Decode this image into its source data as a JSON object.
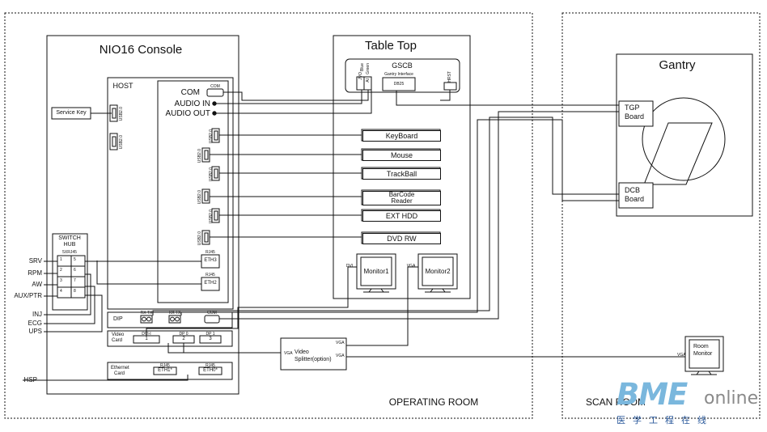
{
  "regions": {
    "operating_room": "OPERATING ROOM",
    "scan_room": "SCAN ROOM"
  },
  "console": {
    "title": "NIO16 Console",
    "host": "HOST",
    "service_key": "Service Key",
    "usb_a": "USB2.0",
    "usb_b": "USB2.0",
    "com": "COM",
    "com_port": "COM",
    "audio_in": "AUDIO IN",
    "audio_out": "AUDIO OUT",
    "usb_ports": [
      "USB2.0",
      "USB2.0",
      "USB2.0",
      "USB2.0",
      "USB2.0",
      "USB2.0"
    ],
    "rj45_a": "RJ45",
    "eth3": "ETH3",
    "rj45_b": "RJ45",
    "eth2": "ETH2",
    "switch_hub": [
      "SWITCH",
      "HUB"
    ],
    "switch_sub": "5XRJ45",
    "hub_ports_left": [
      "1",
      "2",
      "3",
      "4"
    ],
    "hub_ports_right": [
      "5",
      "6",
      "7",
      "8"
    ],
    "dip": "DIP",
    "rx_tx_a": "RX TX",
    "rx_tx_b": "RX TX",
    "dip_com": "COM",
    "video_card": [
      "Video",
      "Card"
    ],
    "dvi_label": "DVI-I",
    "dp0_label": "DP 0",
    "dp1_label": "DP 1",
    "video_ports": [
      "1",
      "2",
      "3"
    ],
    "ethernet_card": [
      "Ethernet",
      "Card"
    ],
    "rj45_c": "RJ45",
    "eth1": "ETH1*",
    "rj45_d": "RJ45",
    "eth0": "ETH0*"
  },
  "external_inputs": [
    "SRV",
    "RPM",
    "AW",
    "AUX/PTR",
    "INJ",
    "ECG",
    "UPS",
    "HSP"
  ],
  "table_top": {
    "title": "Table Top",
    "gscb": "GSCB",
    "gantry_interface": "Gantry Interface",
    "db25": "DB25",
    "j_labels": [
      "JVO",
      "Blue",
      "Green",
      "AI"
    ],
    "hrst": "HRST",
    "devices": [
      "KeyBoard",
      "Mouse",
      "TrackBall",
      "BarCode\nReader",
      "EXT HDD",
      "DVD RW"
    ],
    "monitor1": "Monitor1",
    "monitor2": "Monitor2",
    "dvi_small": "DVI",
    "vga_small": "VGA"
  },
  "gantry": {
    "title": "Gantry",
    "tgp": "TGP\nBoard",
    "dcb": "DCB\nBoard"
  },
  "splitter": {
    "label": "Video\nSplitter(option)",
    "vga_in": "VGA",
    "vga_out_top": "VGA",
    "vga_out_right": "VGA"
  },
  "room_monitor": {
    "label": "Room\nMonitor",
    "vga": "VGA"
  },
  "watermark": {
    "brand": "BME",
    "suffix": "online",
    "chinese": "医学工程在线"
  },
  "colors": {
    "line": "#111111",
    "watermark_blue": "#7ab7dd",
    "watermark_gray": "#8a8a8a",
    "watermark_cn": "#2f5d9e"
  }
}
